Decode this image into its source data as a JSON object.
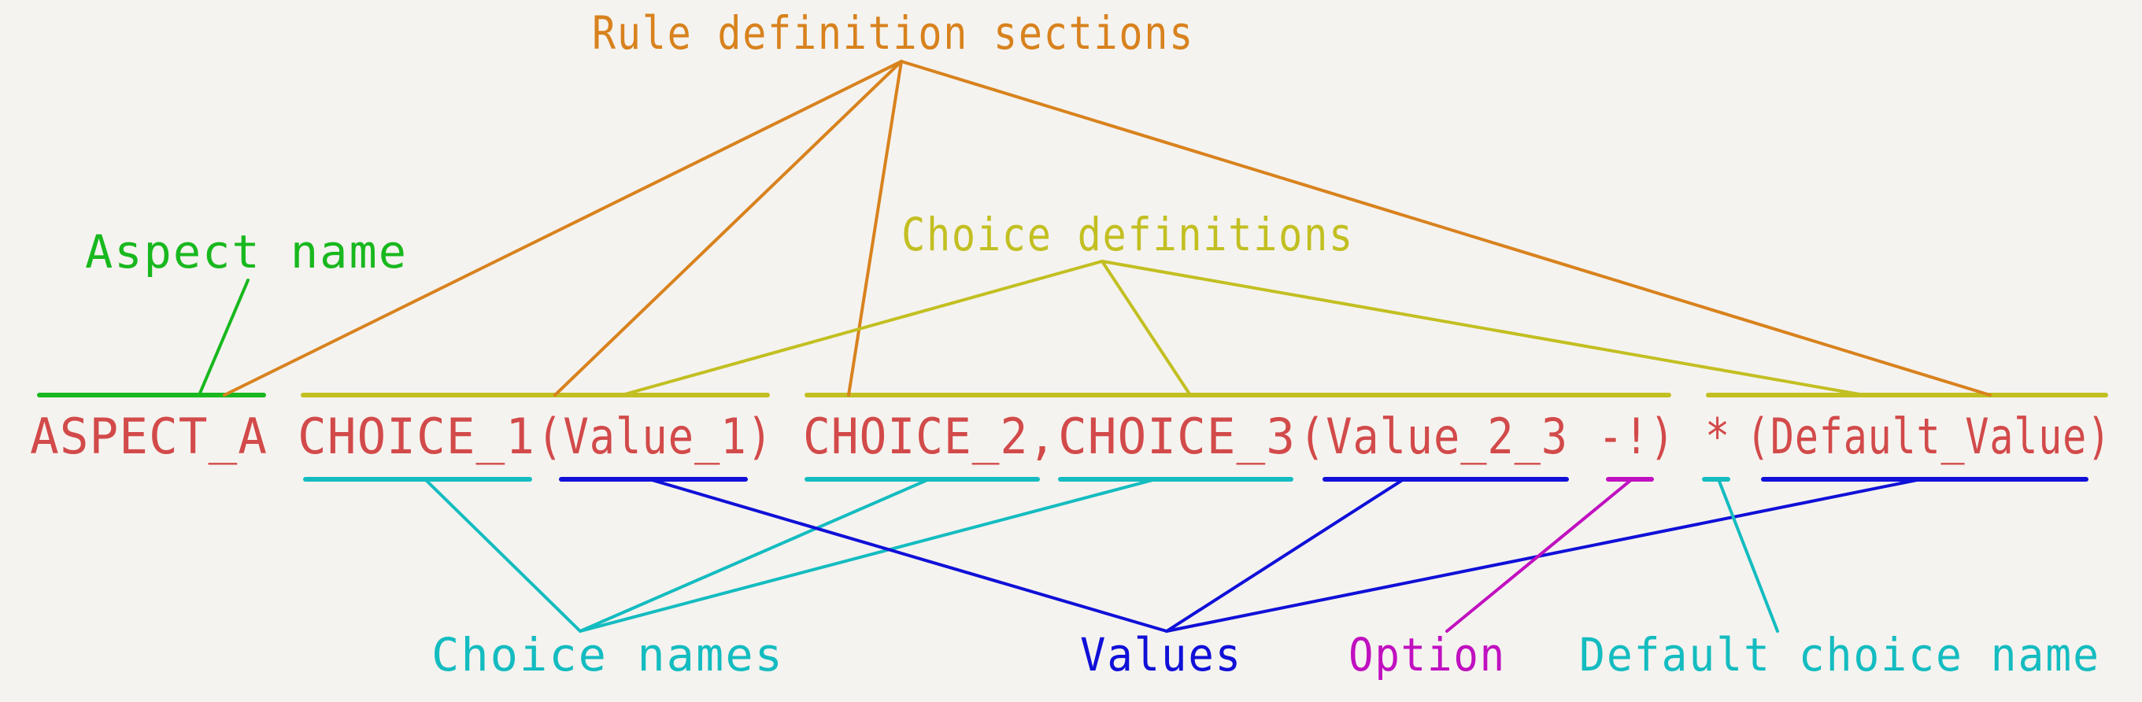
{
  "labels": {
    "rule_sections": "Rule definition sections",
    "aspect_name": "Aspect name",
    "choice_definitions": "Choice definitions",
    "choice_names": "Choice names",
    "values": "Values",
    "option": "Option",
    "default_choice_name": "Default choice name"
  },
  "code": {
    "aspect": "ASPECT_A",
    "choice_1": "CHOICE_1",
    "value_1": "(Value_1)",
    "choice_2": "CHOICE_2,",
    "choice_3": "CHOICE_3",
    "value_2_3": "(Value_2_3",
    "option_flag": "-!)",
    "default_star": "*",
    "default_value": "(Default_Value)"
  },
  "colors": {
    "background": "#f5f3ef",
    "code_text": "#d24a4a",
    "rule_sections": "#d8821e",
    "aspect_name": "#18b81e",
    "choice_definitions": "#c2bf22",
    "choice_names": "#14bcc0",
    "values": "#1010d8",
    "option": "#c010c0"
  }
}
